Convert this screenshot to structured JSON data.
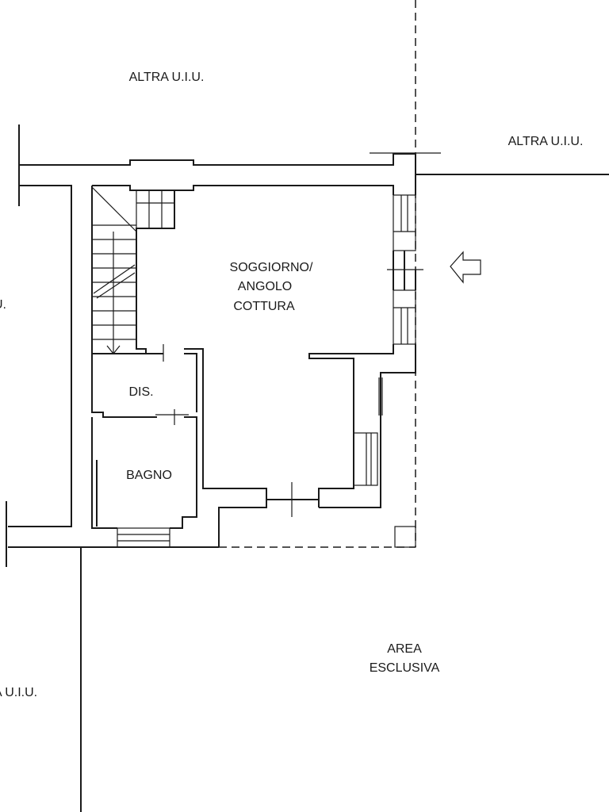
{
  "labels": {
    "other_unit_top": "ALTRA U.I.U.",
    "other_unit_right": "ALTRA U.I.U.",
    "other_unit_left_cut": "U.",
    "other_unit_bottom_left_cut": "A U.I.U.",
    "living_line1": "SOGGIORNO/",
    "living_line2": "ANGOLO",
    "living_line3": "COTTURA",
    "hallway": "DIS.",
    "bathroom": "BAGNO",
    "exclusive_area_line1": "AREA",
    "exclusive_area_line2": "ESCLUSIVA"
  },
  "icons": {
    "entrance": "entrance-arrow-icon"
  }
}
